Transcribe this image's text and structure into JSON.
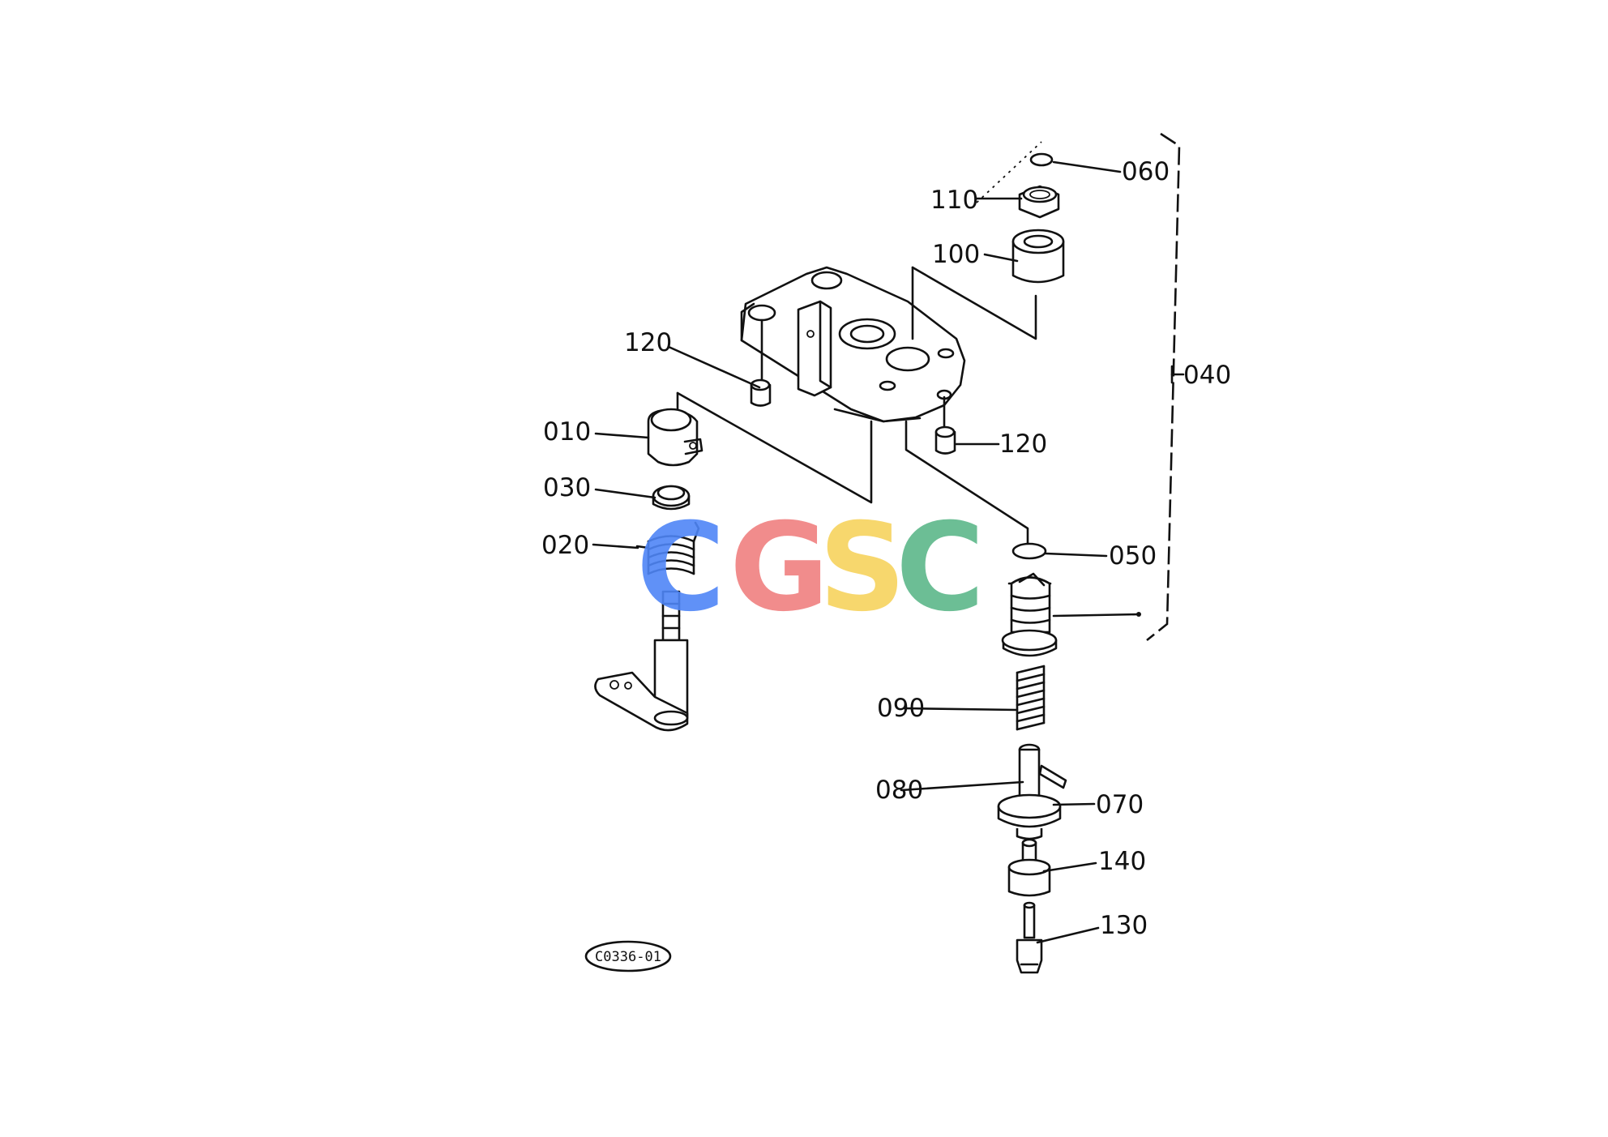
{
  "parts": {
    "p010": "010",
    "p020": "020",
    "p030": "030",
    "p040": "040",
    "p050": "050",
    "p060": "060",
    "p070": "070",
    "p080": "080",
    "p090": "090",
    "p100": "100",
    "p110": "110",
    "p120a": "120",
    "p120b": "120",
    "p130": "130",
    "p140": "140"
  },
  "drawing_code": "C0336-01",
  "watermark": {
    "letters": [
      "C",
      "G",
      "S",
      "C"
    ],
    "colors": [
      "#4f86f7",
      "#f08080",
      "#f7d35e",
      "#5db88a"
    ]
  }
}
